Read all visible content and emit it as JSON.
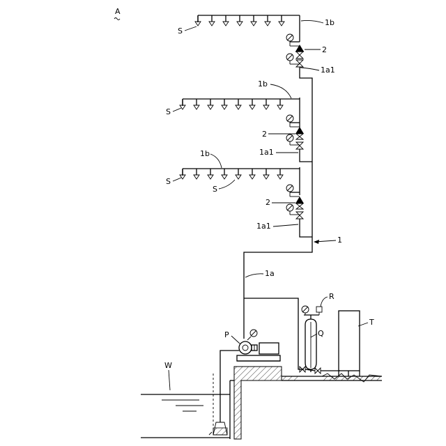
{
  "figure_label": "A",
  "labels": {
    "sprinkler_head": "S",
    "branch_pipe": "1b",
    "valve_unit": "2",
    "riser_connection": "1a1",
    "main_pipe": "1",
    "suction_pipe": "1a",
    "pressure_switch": "R",
    "pressure_tank": "Q",
    "tank": "T",
    "pump": "P",
    "water_source": "W"
  }
}
